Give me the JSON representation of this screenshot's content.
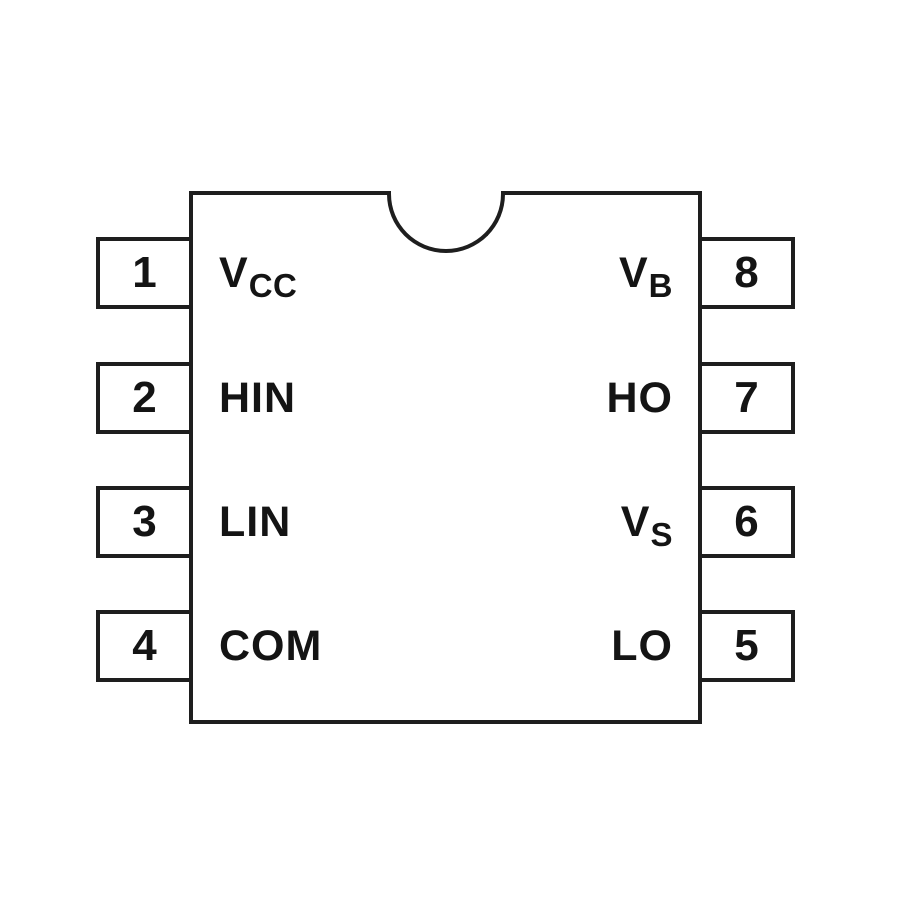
{
  "diagram": {
    "kind": "ic-pinout",
    "colors": {
      "line": "#1e1e1e",
      "text": "#141414",
      "background": "#ffffff"
    },
    "pins": [
      {
        "number": "1",
        "side": "left",
        "row": 1,
        "label_base": "V",
        "label_sub": "CC"
      },
      {
        "number": "2",
        "side": "left",
        "row": 2,
        "label_base": "HIN",
        "label_sub": ""
      },
      {
        "number": "3",
        "side": "left",
        "row": 3,
        "label_base": "LIN",
        "label_sub": ""
      },
      {
        "number": "4",
        "side": "left",
        "row": 4,
        "label_base": "COM",
        "label_sub": ""
      },
      {
        "number": "8",
        "side": "right",
        "row": 1,
        "label_base": "V",
        "label_sub": "B"
      },
      {
        "number": "7",
        "side": "right",
        "row": 2,
        "label_base": "HO",
        "label_sub": ""
      },
      {
        "number": "6",
        "side": "right",
        "row": 3,
        "label_base": "V",
        "label_sub": "S"
      },
      {
        "number": "5",
        "side": "right",
        "row": 4,
        "label_base": "LO",
        "label_sub": ""
      }
    ]
  }
}
